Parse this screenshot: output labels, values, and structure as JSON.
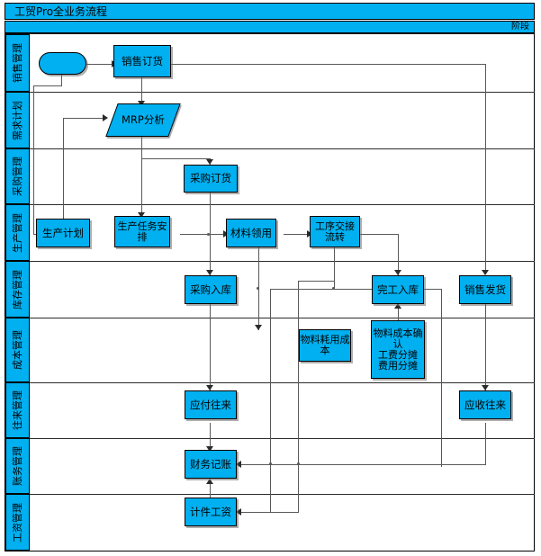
{
  "header": {
    "title": "工贸Pro全业务流程",
    "stage_label": "阶段"
  },
  "lanes": [
    {
      "id": "sales",
      "label": "销售管理"
    },
    {
      "id": "demand",
      "label": "需求计划"
    },
    {
      "id": "purchase",
      "label": "采购管理"
    },
    {
      "id": "production",
      "label": "生产管理"
    },
    {
      "id": "inventory",
      "label": "库存管理"
    },
    {
      "id": "cost",
      "label": "成本管理"
    },
    {
      "id": "ar-ap",
      "label": "往来管理"
    },
    {
      "id": "finance",
      "label": "账务管理"
    },
    {
      "id": "payroll",
      "label": "工资管理"
    }
  ],
  "nodes": {
    "start": {
      "label": "",
      "shape": "rounded"
    },
    "sales_order": {
      "label": "销售订货",
      "shape": "rect"
    },
    "mrp": {
      "label": "MRP分析",
      "shape": "parallelogram"
    },
    "purchase_order": {
      "label": "采购订货",
      "shape": "rect"
    },
    "production_plan": {
      "label": "生产计划",
      "shape": "rect"
    },
    "production_task": {
      "label": "生产任务安排",
      "shape": "rect"
    },
    "material_issue": {
      "label": "材料领用",
      "shape": "rect"
    },
    "process_transfer": {
      "label": "工序交接流转",
      "shape": "rect"
    },
    "purchase_in": {
      "label": "采购入库",
      "shape": "rect"
    },
    "finished_in": {
      "label": "完工入库",
      "shape": "rect"
    },
    "sales_delivery": {
      "label": "销售发货",
      "shape": "rect"
    },
    "material_cost": {
      "label": "物料耗用成本",
      "shape": "rect"
    },
    "cost_alloc": {
      "label": "物料成本确认\n工费分摊\n费用分摊",
      "shape": "rect"
    },
    "payable": {
      "label": "应付往来",
      "shape": "rect"
    },
    "receivable": {
      "label": "应收往来",
      "shape": "rect"
    },
    "bookkeeping": {
      "label": "财务记账",
      "shape": "rect"
    },
    "piece_wage": {
      "label": "计件工资",
      "shape": "rect"
    }
  },
  "colors": {
    "node_fill": "#00B0F0",
    "node_border": "#000000",
    "connector": "#595959",
    "band_border": "#2b2b2b",
    "page_bg": "#ffffff"
  }
}
